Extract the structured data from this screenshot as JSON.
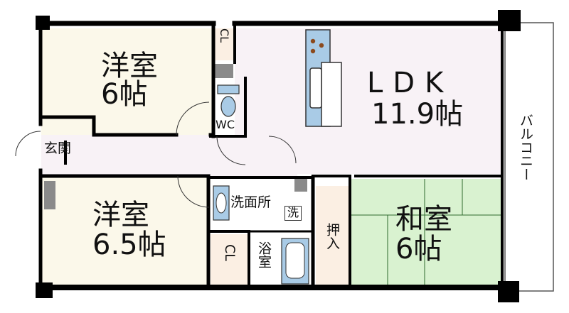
{
  "rooms": {
    "western_room_1": {
      "name": "洋室",
      "size": "6帖"
    },
    "western_room_2": {
      "name": "洋室",
      "size": "6.5帖"
    },
    "ldk": {
      "name": "LDK",
      "size": "11.9帖"
    },
    "japanese_room": {
      "name": "和室",
      "size": "6帖"
    },
    "entrance": "玄関",
    "toilet": "WC",
    "washroom": "洗面所",
    "washer": "洗",
    "bath": "浴室",
    "closet_top": "CL",
    "closet_bottom": "CL",
    "oshiire": "押入",
    "balcony": "バルコニー"
  },
  "colors": {
    "wall": "#000000",
    "western_floor": "#fbf8ea",
    "ldk_floor": "#f8f2f6",
    "tatami": "#d9f2d0",
    "closet_floor": "#fbefe3",
    "kitchen_blue": "#a9cbe6",
    "dark_pillar": "#8a8a8a"
  }
}
